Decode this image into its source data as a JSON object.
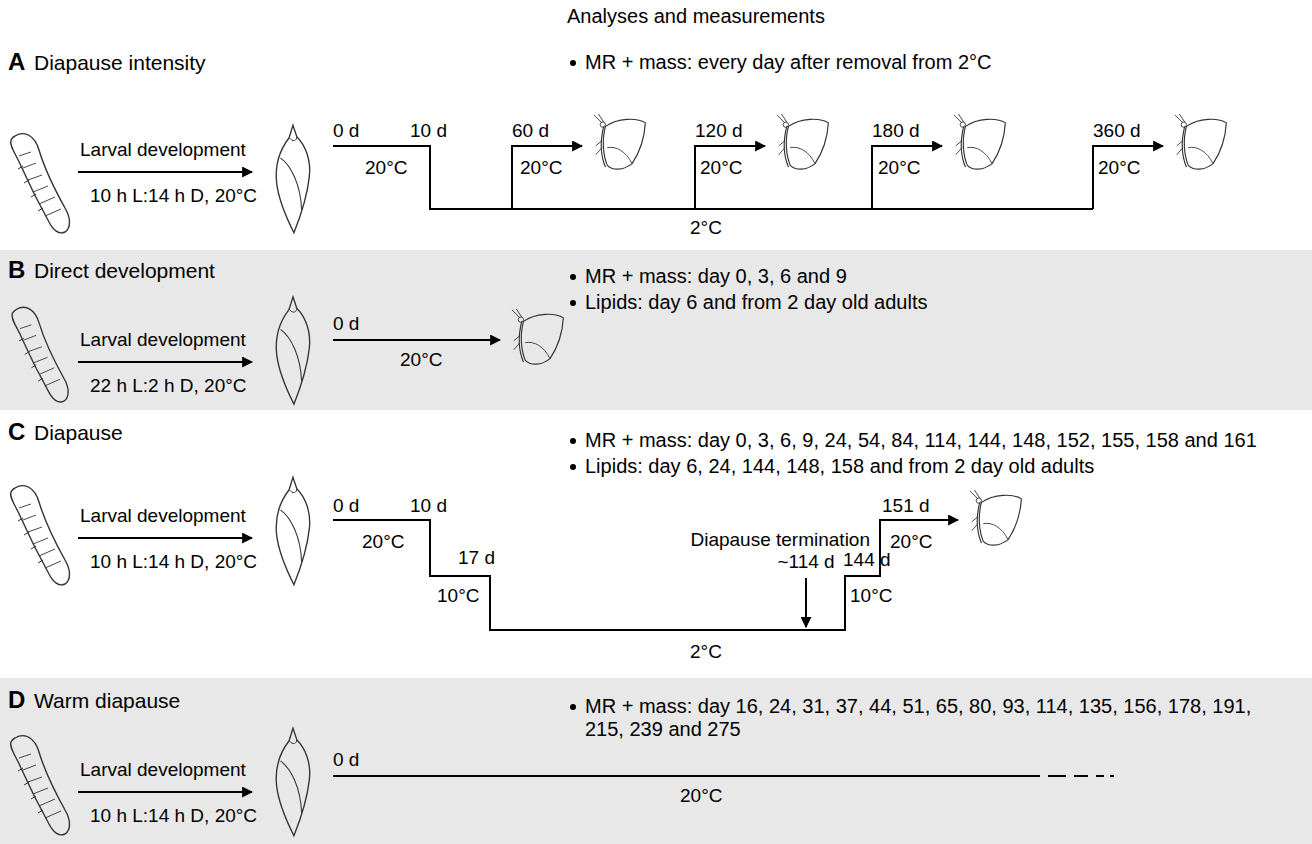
{
  "diagram": {
    "nodes": [
      {
        "text": [
          "B",
          "Direct development",
          "MR + mass: day 0, 3, 6 and 9",
          "Lipids: day 6 and from 2 day old adults",
          "Larval development",
          "22 h L:2 h D, 20°C",
          "0 d",
          "20°C"
        ]
      },
      {
        "text": [
          "D",
          "Warm diapause",
          "MR + mass: day 16, 24, 31, 37, 44, 51, 65, 80, 93, 114, 135, 156, 178, 191, 215, 239 and 275",
          "Larval development",
          "10 h L:14 h D, 20°C",
          "0 d",
          "20°C"
        ]
      }
    ],
    "labels": [
      "Analyses and measurements",
      "A",
      "Diapause intensity",
      "MR + mass: every day after removal from 2°C",
      "Larval development",
      "10 h L:14 h D, 20°C",
      "0 d",
      "10 d",
      "60 d",
      "120 d",
      "180 d",
      "360 d",
      "20°C",
      "20°C",
      "20°C",
      "20°C",
      "20°C",
      "2°C",
      "C",
      "Diapause",
      "MR + mass: day 0, 3, 6, 9, 24, 54, 84, 114, 144, 148, 152, 155, 158 and 161",
      "Lipids: day 6, 24, 144, 148, 158 and from 2 day old adults",
      "Larval development",
      "10 h L:14 h D, 20°C",
      "0 d",
      "10 d",
      "20°C",
      "17 d",
      "10°C",
      "Diapause termination",
      "~114 d",
      "144 d",
      "10°C",
      "151 d",
      "20°C",
      "2°C"
    ]
  }
}
